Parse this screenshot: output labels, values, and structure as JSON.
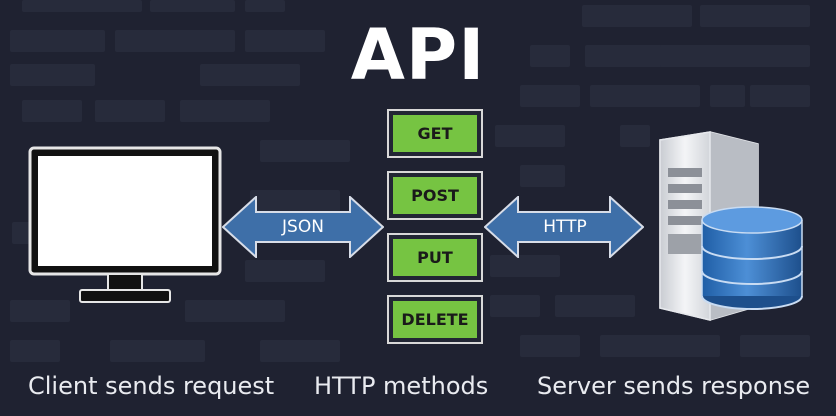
{
  "title": "API",
  "captions": {
    "client": "Client sends request",
    "methods": "HTTP methods",
    "server": "Server sends response"
  },
  "methods": [
    "GET",
    "POST",
    "PUT",
    "DELETE"
  ],
  "arrows": {
    "left_label": "JSON",
    "right_label": "HTTP"
  },
  "colors": {
    "background": "#1f2231",
    "method_fill": "#76c442",
    "arrow_fill": "#3e6fa8",
    "database_fill": "#2f6fb3"
  },
  "icons": [
    "monitor-icon",
    "server-icon",
    "database-icon"
  ]
}
